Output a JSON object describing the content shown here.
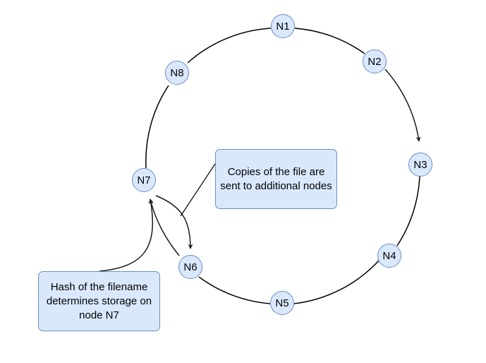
{
  "diagram": {
    "colors": {
      "node_fill": "#dae8fc",
      "node_stroke": "#6c8ebf",
      "line": "#000000",
      "arrow": "#1a1a1a",
      "text": "#000000"
    },
    "nodes": [
      {
        "id": "n1",
        "label": "N1"
      },
      {
        "id": "n2",
        "label": "N2"
      },
      {
        "id": "n3",
        "label": "N3"
      },
      {
        "id": "n4",
        "label": "N4"
      },
      {
        "id": "n5",
        "label": "N5"
      },
      {
        "id": "n6",
        "label": "N6"
      },
      {
        "id": "n7",
        "label": "N7"
      },
      {
        "id": "n8",
        "label": "N8"
      }
    ],
    "callouts": {
      "copies": "Copies of the file are sent to additional nodes",
      "hash": "Hash of the filename determines storage on node N7"
    }
  }
}
